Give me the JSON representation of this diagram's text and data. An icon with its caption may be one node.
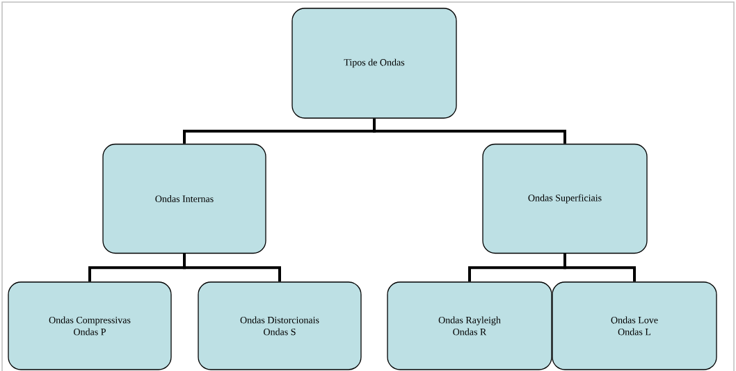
{
  "diagram": {
    "nodes": [
      {
        "text": [
          "Tipos de Ondas"
        ]
      },
      {
        "text": [
          "Ondas Internas"
        ]
      },
      {
        "text": [
          "Ondas Superficiais"
        ]
      },
      {
        "text": [
          "Ondas Compressivas",
          "Ondas P"
        ]
      },
      {
        "text": [
          "Ondas Distorcionais",
          "Ondas S"
        ]
      },
      {
        "text": [
          "Ondas Rayleigh",
          "Ondas R"
        ]
      },
      {
        "text": [
          "Ondas Love",
          "Ondas L"
        ]
      }
    ],
    "edges": [
      {
        "from": 0,
        "to": 1,
        "arrow": "none"
      },
      {
        "from": 0,
        "to": 2,
        "arrow": "none"
      },
      {
        "from": 1,
        "to": 3,
        "arrow": "none"
      },
      {
        "from": 1,
        "to": 4,
        "arrow": "none"
      },
      {
        "from": 2,
        "to": 5,
        "arrow": "none"
      },
      {
        "from": 2,
        "to": 6,
        "arrow": "none"
      }
    ]
  }
}
